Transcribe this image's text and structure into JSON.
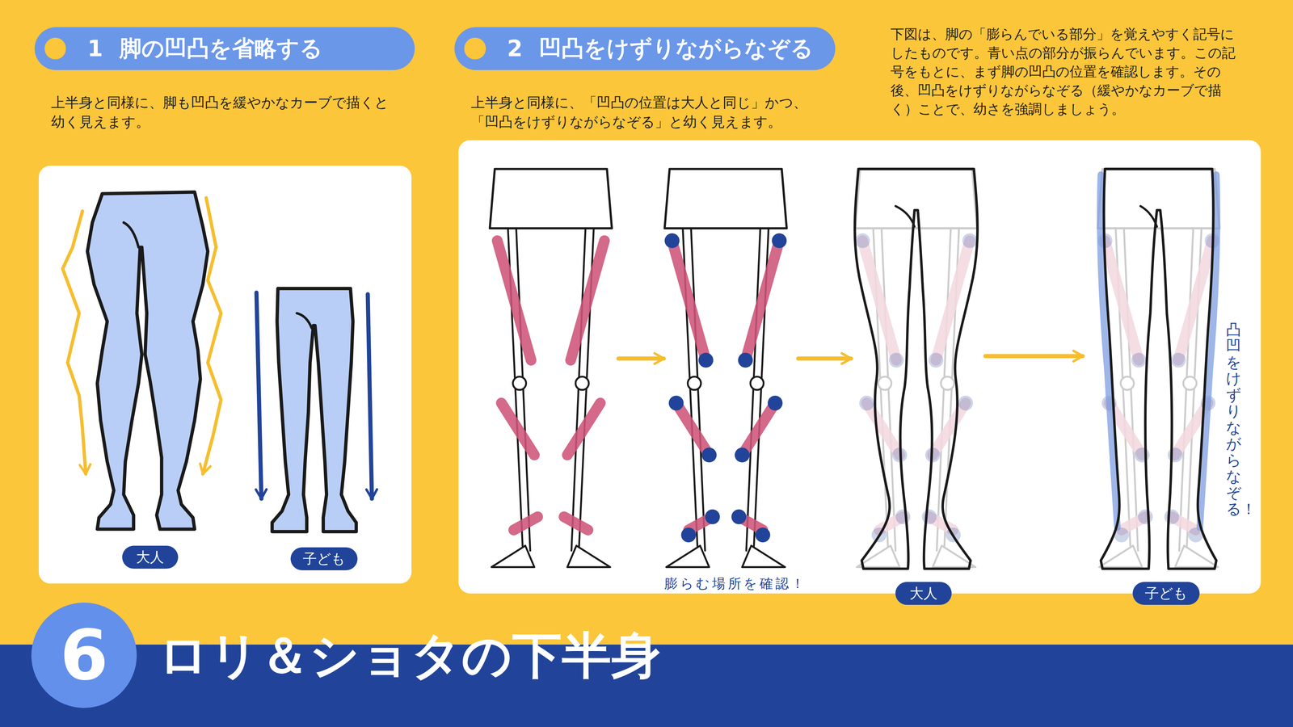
{
  "diagram": {
    "title": "ロリ＆ショタの下半身",
    "nodes": [
      {
        "text": [
          "1",
          "脚の凹凸を省略する"
        ]
      },
      {
        "text": [
          "2",
          "凹凸をけずりながらなぞる"
        ]
      },
      {
        "text": [
          "大人"
        ]
      },
      {
        "text": [
          "子ども"
        ]
      },
      {
        "text": [
          "大人"
        ]
      },
      {
        "text": [
          "子ども"
        ]
      },
      {
        "text": [
          "6"
        ]
      }
    ],
    "labels": [
      "上半身と同様に、脚も凹凸を緩やかなカーブで描くと幼く見えます。",
      "上半身と同様に、「凹凸の位置は大人と同じ」かつ、「凹凸をけずりながらなぞる」と幼く見えます。",
      "下図は、脚の「膨らんでいる部分」を覚えやすく記号にしたものです。青い点の部分が振らんでいます。この記号をもとに、まず脚の凹凸の位置を確認します。その後、凹凸をけずりながらなぞる（緩やかなカーブで描く）ことで、幼さを強調しましょう。",
      "膨らむ場所を確認！",
      "凸凹をけずりながらなぞる！"
    ]
  }
}
